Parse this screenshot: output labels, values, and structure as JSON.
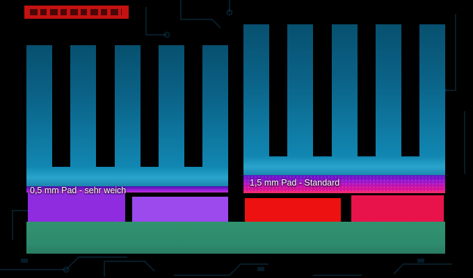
{
  "banner": {
    "background": "#c41212"
  },
  "left_heatsink": {
    "pad_label": "0,5 mm Pad - sehr weich",
    "fin_count": 5,
    "fin_color": "#0e6f99",
    "pad_color": "#9a1fd0",
    "chip_left_color": "#8f2ce0",
    "chip_right_color": "#9c49ee"
  },
  "right_heatsink": {
    "pad_label": "1,5 mm Pad - Standard",
    "fin_count": 5,
    "fin_color": "#0e6f99",
    "pad_color_top": "#5a13c4",
    "pad_color_bottom": "#e01493",
    "chip_left_color": "#ee1111",
    "chip_right_color": "#e9134b"
  },
  "pcb": {
    "color": "#2e8b6e"
  },
  "background": {
    "base_color": "#000000",
    "trace_color": "#155a80"
  }
}
